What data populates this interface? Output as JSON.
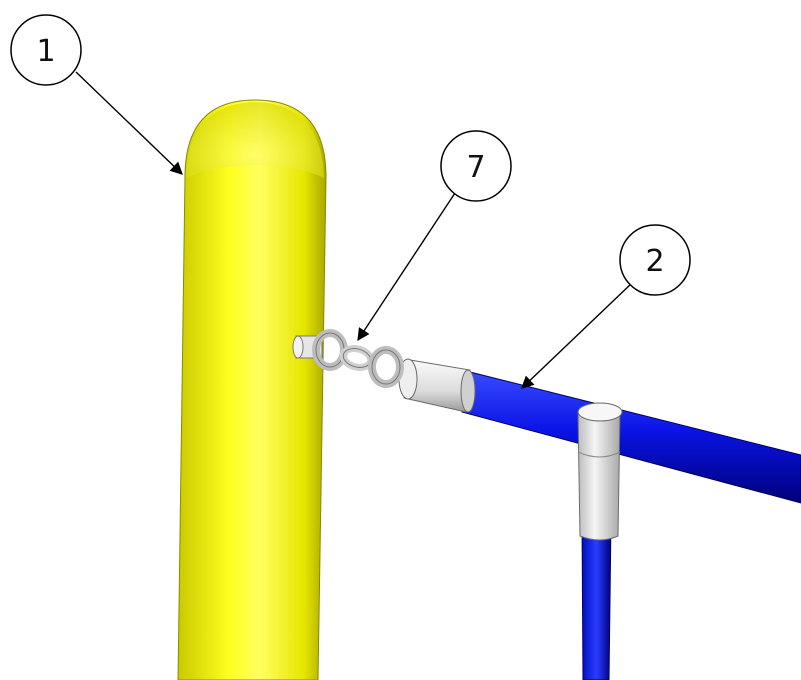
{
  "callouts": [
    {
      "id": "callout-1",
      "label": "1"
    },
    {
      "id": "callout-7",
      "label": "7"
    },
    {
      "id": "callout-2",
      "label": "2"
    }
  ],
  "colors": {
    "post_main": "#ffff00",
    "post_shadow": "#b8b800",
    "post_highlight": "#ffffb0",
    "pipe_main": "#0a14e6",
    "pipe_dark": "#00008a",
    "pipe_light": "#5a6cff",
    "fitting_main": "#e8e8e8",
    "fitting_dark": "#9a9a9a",
    "outline": "#000000"
  }
}
